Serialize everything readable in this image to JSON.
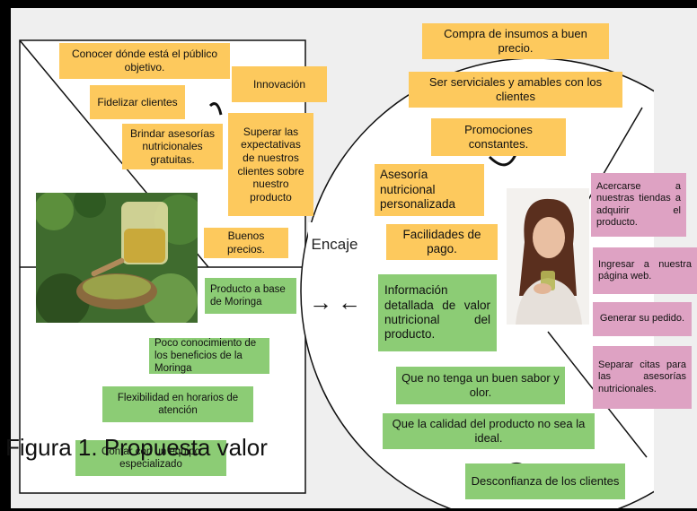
{
  "left_yellow": [
    {
      "name": "note-conocer-publico",
      "text": "Conocer dónde está el público objetivo."
    },
    {
      "name": "note-innovacion",
      "text": "Innovación"
    },
    {
      "name": "note-fidelizar",
      "text": "Fidelizar clientes"
    },
    {
      "name": "note-brindar-asesorias",
      "text": "Brindar asesorías nutricionales gratuitas."
    },
    {
      "name": "note-superar-expectativas",
      "text": "Superar las expectativas de nuestros clientes sobre nuestro producto"
    },
    {
      "name": "note-buenos-precios",
      "text": "Buenos precios."
    }
  ],
  "left_green": [
    {
      "name": "note-producto-moringa",
      "text": "Producto a base de Moringa"
    },
    {
      "name": "note-poco-conocimiento",
      "text": "Poco conocimiento de los beneficios de la Moringa"
    },
    {
      "name": "note-flexibilidad",
      "text": "Flexibilidad en horarios de atención"
    },
    {
      "name": "note-equipo",
      "text": "Contar con un equipo especializado"
    }
  ],
  "right_yellow": [
    {
      "name": "note-compra-insumos",
      "text": "Compra de insumos a buen precio."
    },
    {
      "name": "note-serviciales",
      "text": "Ser serviciales y amables con los clientes"
    },
    {
      "name": "note-promociones",
      "text": "Promociones constantes."
    },
    {
      "name": "note-asesoria-personalizada",
      "text": "Asesoría nutricional personalizada"
    },
    {
      "name": "note-facilidades-pago",
      "text": "Facilidades de pago."
    }
  ],
  "right_green": [
    {
      "name": "note-informacion-detallada",
      "text": "Información detallada de valor nutricional del producto."
    },
    {
      "name": "note-buen-sabor",
      "text": "Que no tenga un buen sabor y olor."
    },
    {
      "name": "note-calidad",
      "text": "Que la calidad del producto no sea la ideal."
    },
    {
      "name": "note-desconfianza",
      "text": "Desconfianza de los clientes"
    }
  ],
  "right_pink": [
    {
      "name": "note-acercarse-tiendas",
      "text": "Acercarse a nuestras tiendas a adquirir el producto."
    },
    {
      "name": "note-ingresar-web",
      "text": "Ingresar a nuestra página web."
    },
    {
      "name": "note-generar-pedido",
      "text": "Generar su pedido."
    },
    {
      "name": "note-separar-citas",
      "text": "Separar citas para las asesorías nutricionales."
    }
  ],
  "encaje_label": "Encaje",
  "caption": "Figura 1. Propuesta valor",
  "colors": {
    "yellow": "#fdc95d",
    "green": "#8ccc75",
    "pink": "#dea2c3"
  }
}
